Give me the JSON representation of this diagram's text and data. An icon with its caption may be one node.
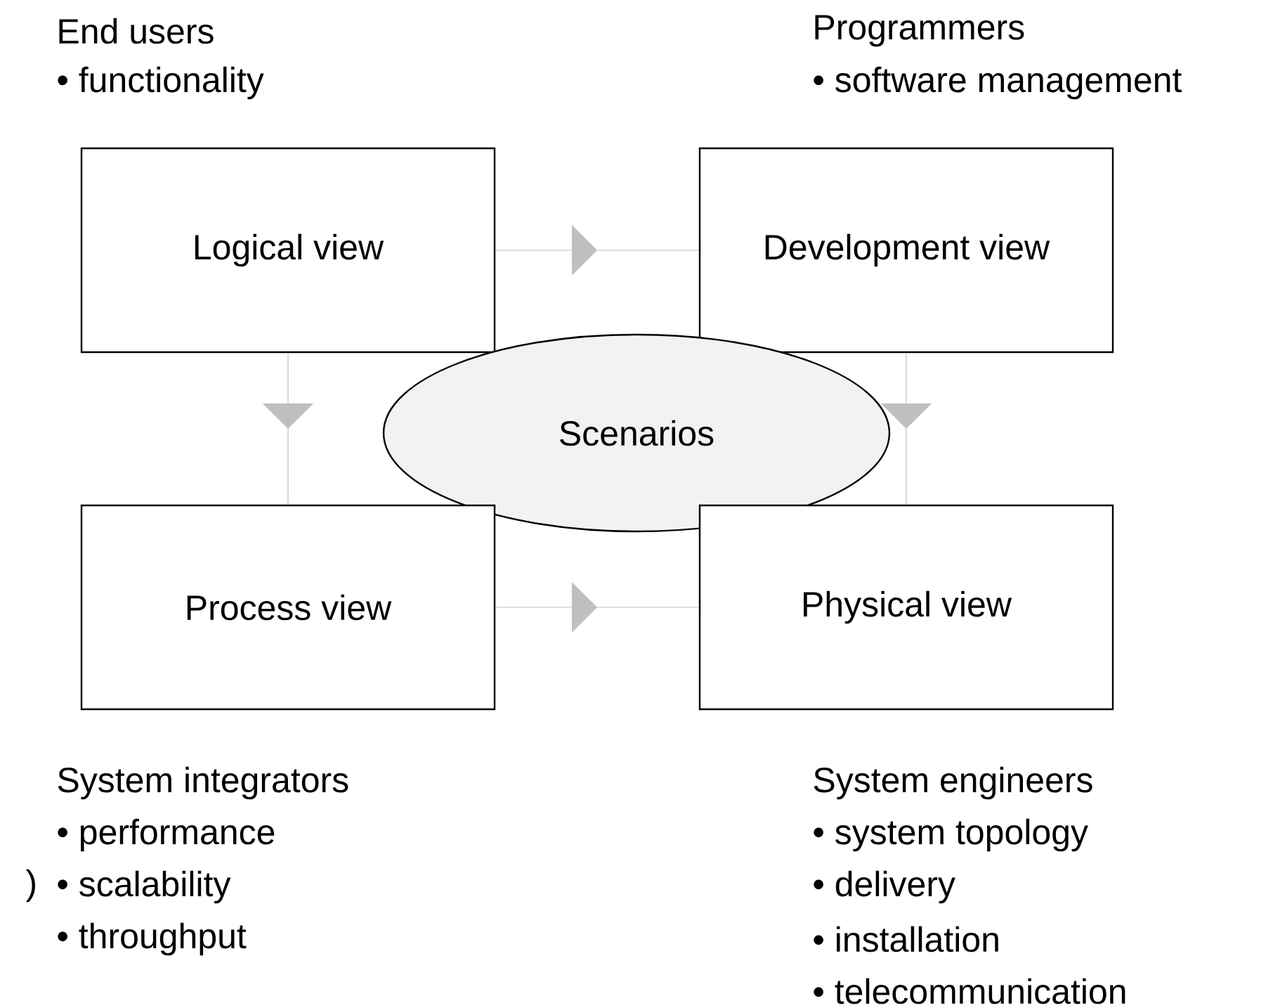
{
  "diagram": {
    "nodes": [
      {
        "text": [
          "Logical view"
        ],
        "beside": [
          "End users",
          "• functionality"
        ]
      },
      {
        "text": [
          "Development view"
        ],
        "beside": [
          "Programmers",
          "• software management"
        ]
      },
      {
        "text": [
          "Scenarios"
        ]
      },
      {
        "text": [
          "Process view"
        ],
        "beside": [
          "System integrators",
          "• performance",
          "• scalability",
          "• throughput"
        ]
      },
      {
        "text": [
          "Physical view"
        ],
        "beside": [
          "System engineers",
          "• system topology",
          "• delivery",
          "• installation",
          "• telecommunication"
        ]
      }
    ],
    "edges": [
      {
        "from": 0,
        "to": 1,
        "arrow": "to"
      },
      {
        "from": 0,
        "to": 3,
        "arrow": "to"
      },
      {
        "from": 1,
        "to": 4,
        "arrow": "to"
      },
      {
        "from": 3,
        "to": 4,
        "arrow": "to"
      }
    ],
    "labels": [
      ")"
    ]
  }
}
